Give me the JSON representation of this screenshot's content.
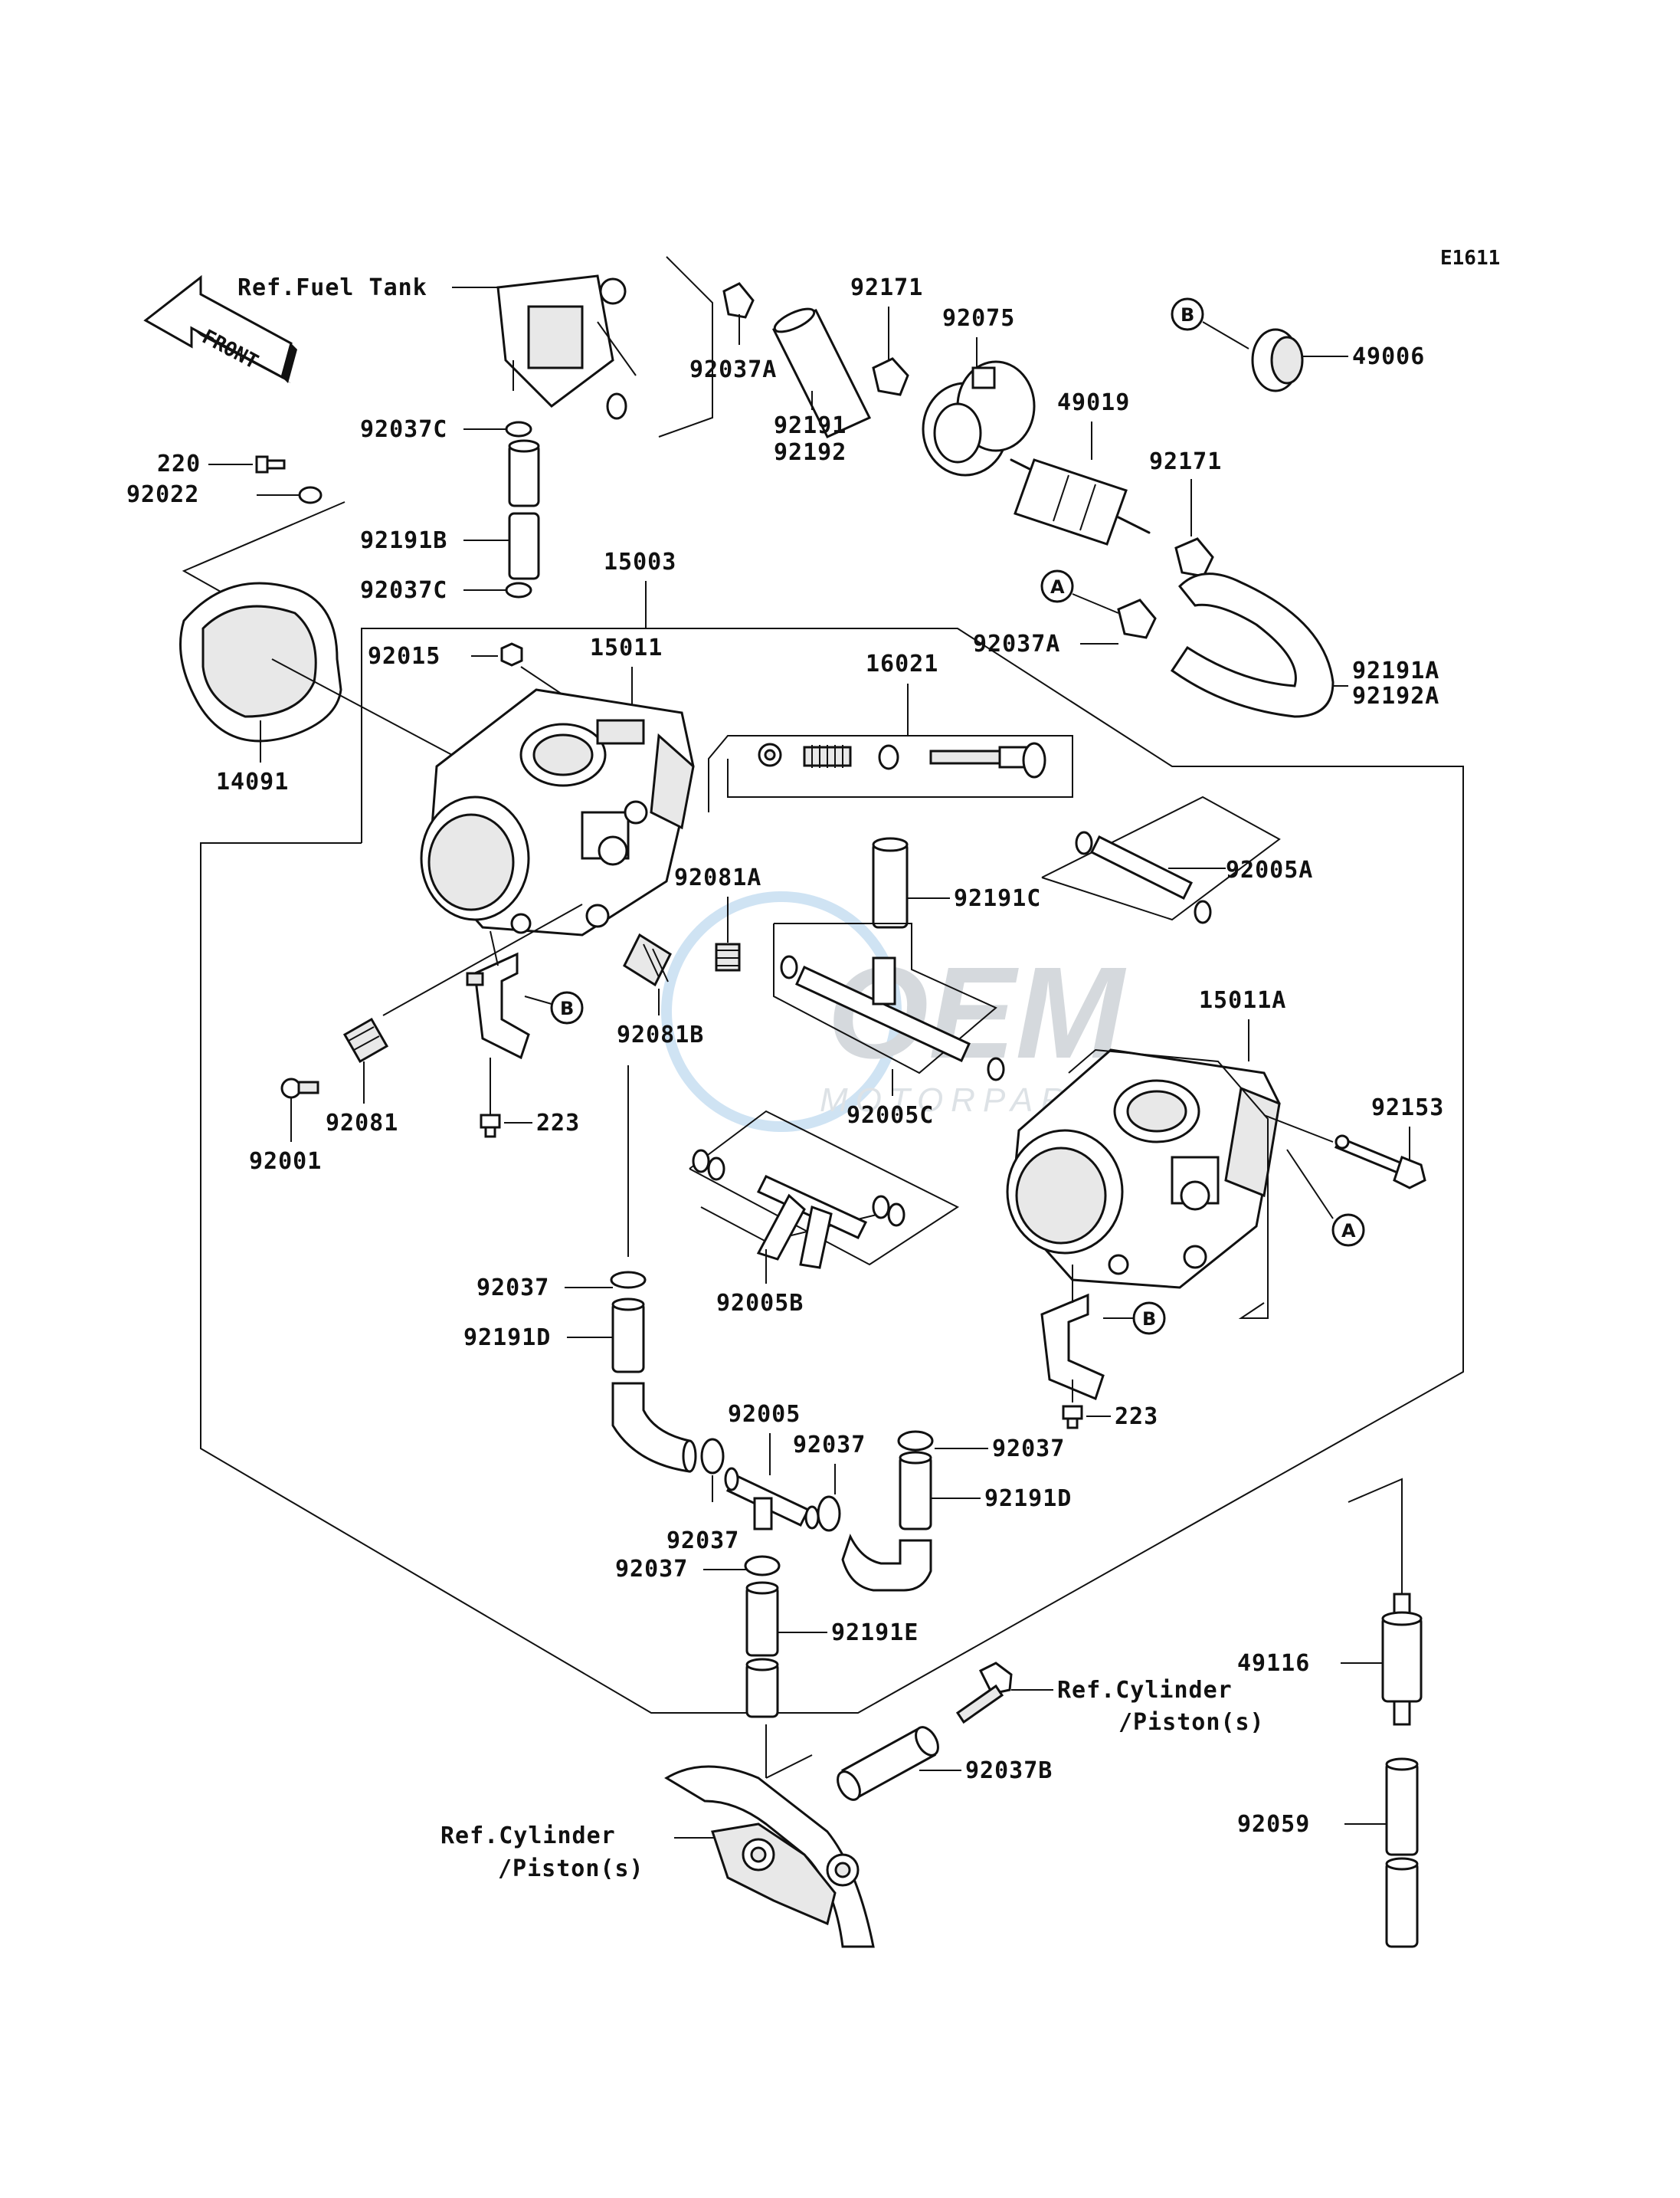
{
  "diagram_code": "E1611",
  "front_label": "FRONT",
  "watermark": {
    "brand": "OEM",
    "sub": "MOTORPARTS"
  },
  "refs": {
    "fuel_tank": "Ref.Fuel Tank",
    "cyl_right_1": "Ref.Cylinder",
    "cyl_right_2": "/Piston(s)",
    "cyl_left_1": "Ref.Cylinder",
    "cyl_left_2": "/Piston(s)"
  },
  "markers": {
    "a": "A",
    "b": "B"
  },
  "parts": {
    "p92037A_top": "92037A",
    "p92171_top": "92171",
    "p92075": "92075",
    "p92191": "92191",
    "p92192": "92192",
    "p49019": "49019",
    "p92171_mid": "92171",
    "p49006": "49006",
    "p92037C_top": "92037C",
    "p220": "220",
    "p92022": "92022",
    "p92191B": "92191B",
    "p92037C_low": "92037C",
    "p15003": "15003",
    "p92037A_mid": "92037A",
    "p92191A": "92191A",
    "p92192A": "92192A",
    "p92015": "92015",
    "p15011": "15011",
    "p16021": "16021",
    "p14091": "14091",
    "p92005A": "92005A",
    "p92081A": "92081A",
    "p92191C": "92191C",
    "p15011A": "15011A",
    "p92081B": "92081B",
    "p92153": "92153",
    "p92001": "92001",
    "p92081": "92081",
    "p223_left": "223",
    "p92005C": "92005C",
    "p92037_a": "92037",
    "p92005B": "92005B",
    "p92191D_left": "92191D",
    "p223_right": "223",
    "p92005": "92005",
    "p92037_b": "92037",
    "p92037_c": "92037",
    "p92191D_right": "92191D",
    "p92037_d": "92037",
    "p92037_e": "92037",
    "p92191E": "92191E",
    "p49116": "49116",
    "p92037B": "92037B",
    "p92059": "92059"
  }
}
